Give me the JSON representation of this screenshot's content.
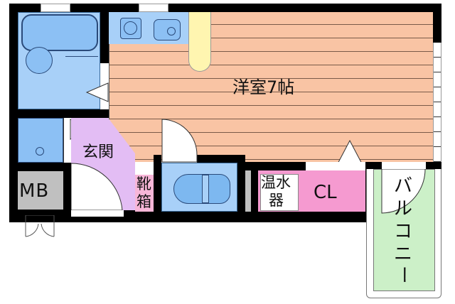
{
  "floorplan": {
    "rooms": {
      "western_room": {
        "label": "洋室7帖",
        "color": "#f9c4a4"
      },
      "entrance": {
        "label": "玄関",
        "color": "#e3bdf4"
      },
      "shoe_box": {
        "label_line1": "靴",
        "label_line2": "箱",
        "color": "#f8b6d8"
      },
      "meter_box": {
        "label": "MB",
        "color": "#c0c0c0"
      },
      "water_heater": {
        "label_line1": "温水",
        "label_line2": "器",
        "color": "#ffffff"
      },
      "closet": {
        "label": "CL",
        "color": "#f59ad0"
      },
      "balcony": {
        "label_chars": [
          "バ",
          "ル",
          "コ",
          "ニ",
          "ー"
        ],
        "color": "#ccf0c8"
      },
      "bathroom": {
        "color": "#a8d0f8"
      },
      "kitchen": {
        "color": "#a8d0f8"
      },
      "toilet": {
        "color": "#a8d0f8"
      },
      "washer_area": {
        "color": "#a8d0f8"
      }
    },
    "colors": {
      "wall": "#000000",
      "fixture_blue": "#7db8f0",
      "fridge_yellow": "#fff5b0"
    }
  }
}
